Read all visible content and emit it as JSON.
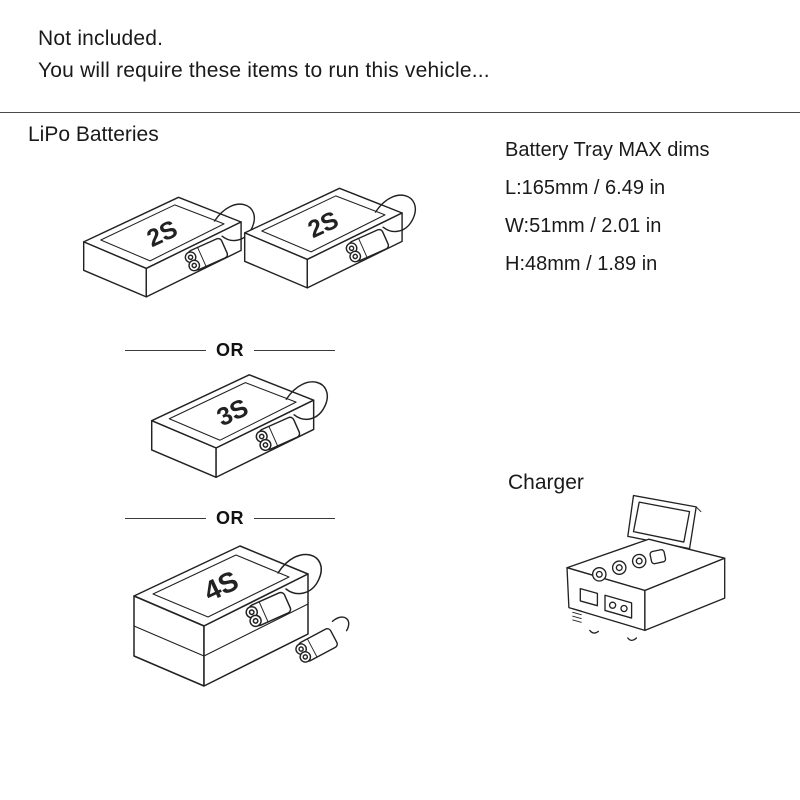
{
  "header": {
    "line1": "Not included.",
    "line2": "You will require these items to run this vehicle..."
  },
  "lipo": {
    "section_title": "LiPo Batteries",
    "or_label": "OR",
    "batteries": [
      {
        "label": "2S"
      },
      {
        "label": "2S"
      },
      {
        "label": "3S"
      },
      {
        "label": "4S"
      }
    ]
  },
  "battery_tray": {
    "title": "Battery Tray MAX dims",
    "length": "L:165mm / 6.49 in",
    "width": "W:51mm / 2.01 in",
    "height": "H:48mm / 1.89 in"
  },
  "charger": {
    "section_title": "Charger"
  }
}
